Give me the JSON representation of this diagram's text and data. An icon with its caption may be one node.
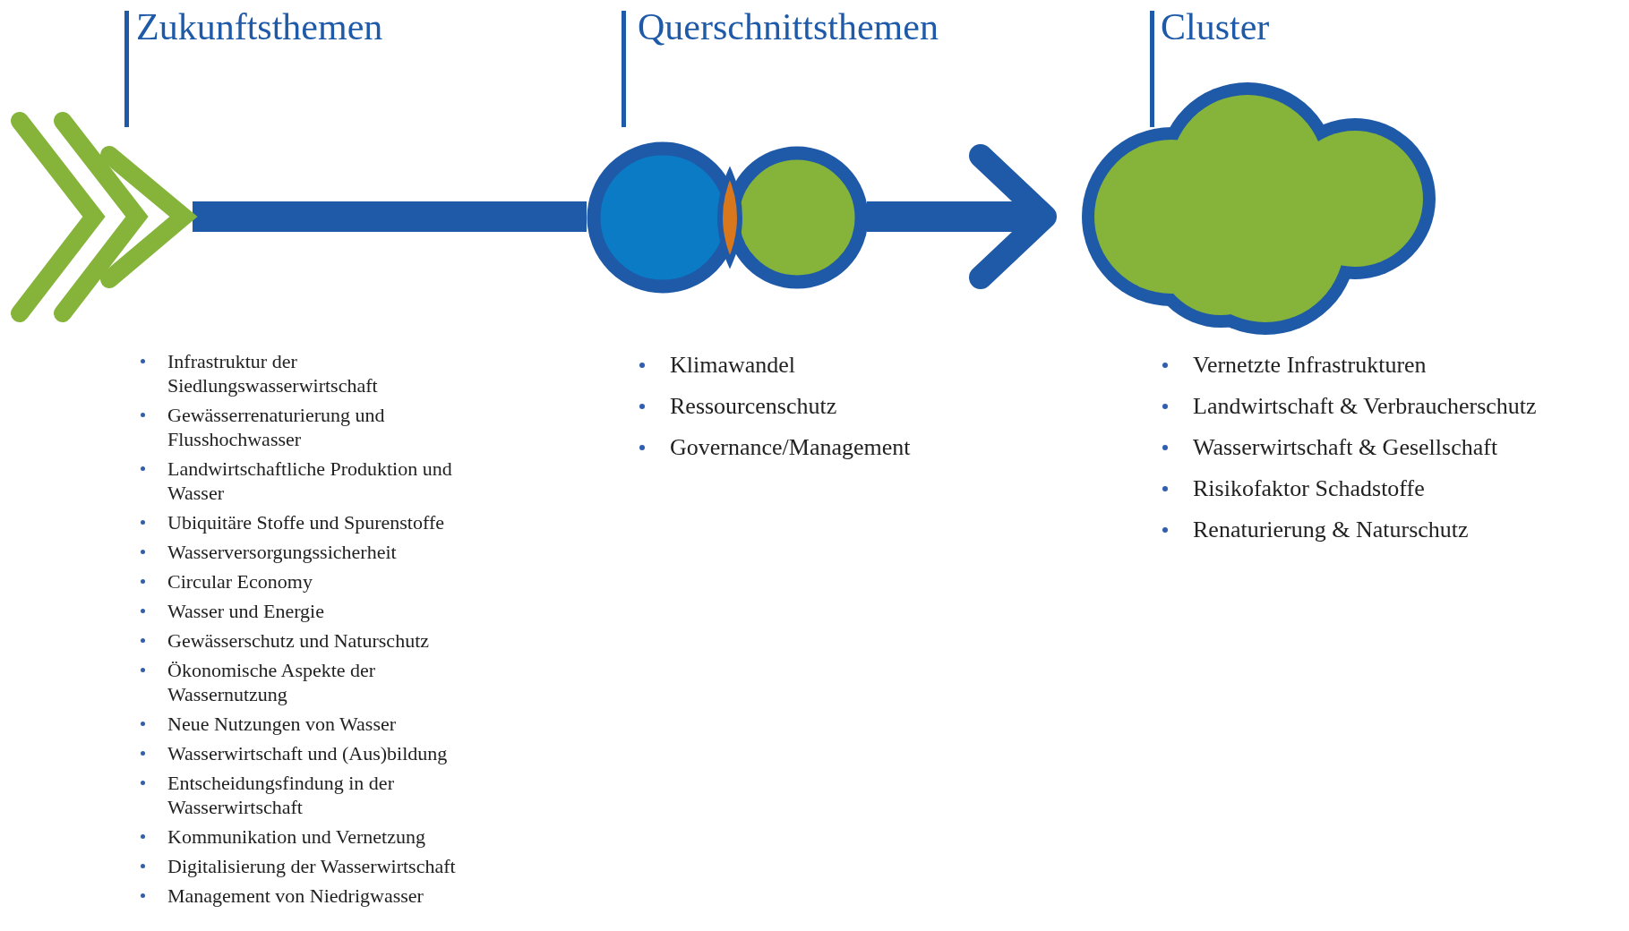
{
  "diagram": {
    "nodes": [
      {
        "text": [],
        "shape": "chevron"
      },
      {
        "text": [],
        "shape": "circle"
      },
      {
        "text": [],
        "shape": "cloud"
      }
    ],
    "edges": [
      {
        "from": 0,
        "to": 1,
        "arrow": "none"
      },
      {
        "from": 1,
        "to": 2,
        "arrow": "to"
      }
    ],
    "labels": [
      "Zukunftsthemen",
      "Querschnittsthemen",
      "Cluster",
      "Infrastruktur der Siedlungswasserwirtschaft",
      "Gewässerrenaturierung und Flusshochwasser",
      "Landwirtschaftliche Produktion und Wasser",
      "Ubiquitäre Stoffe und Spurenstoffe",
      "Wasserversorgungssicherheit",
      "Circular Economy",
      "Wasser und Energie",
      "Gewässerschutz und Naturschutz",
      "Ökonomische Aspekte der Wassernutzung",
      "Neue Nutzungen von Wasser",
      "Wasserwirtschaft und (Aus)bildung",
      "Entscheidungsfindung in der Wasserwirtschaft",
      "Kommunikation und Vernetzung",
      "Digitalisierung der Wasserwirtschaft",
      "Management von Niedrigwasser",
      "Klimawandel",
      "Ressourcenschutz",
      "Governance/Management",
      "Vernetzte Infrastrukturen",
      "Landwirtschaft & Verbraucherschutz",
      "Wasserwirtschaft & Gesellschaft",
      "Risikofaktor Schadstoffe",
      "Renaturierung & Naturschutz"
    ]
  }
}
